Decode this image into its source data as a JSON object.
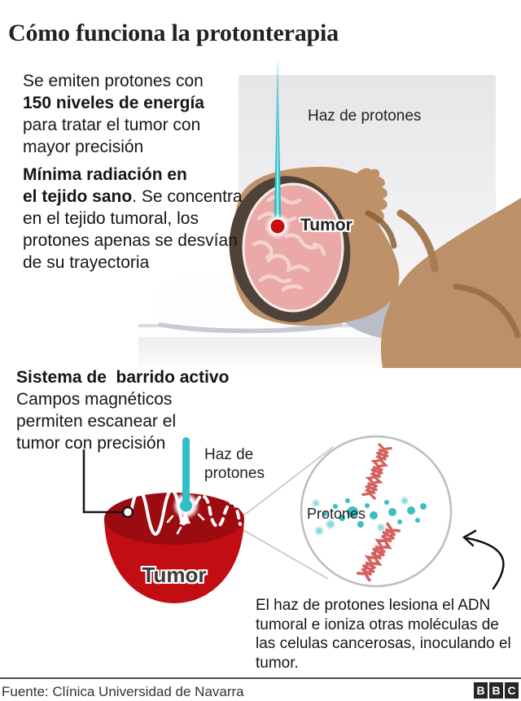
{
  "title": "Cómo funciona la protonterapia",
  "intro": {
    "line1": "Se emiten protones con",
    "line2_bold": "150 niveles de energía",
    "line3": "para tratar el tumor con",
    "line4": "mayor precisión"
  },
  "radiation": {
    "bold1": "Mínima radiación en",
    "bold2": "el tejido sano",
    "rest2": ". Se concentra",
    "line3": "en el tejido tumoral, los",
    "line4": "protones apenas se desvían",
    "line5": "de su trayectoria"
  },
  "scan": {
    "title_bold": "Sistema de  barrido activo",
    "line2": "Campos magnéticos",
    "line3": "permiten escanear el",
    "line4": "tumor con precisión"
  },
  "labels": {
    "beam_top": "Haz de protones",
    "tumor_top": "Tumor",
    "beam_bottom_line1": "Haz de",
    "beam_bottom_line2": "protones",
    "tumor_bottom": "Tumor",
    "protons": "Protones"
  },
  "caption": {
    "line1": "El haz de protones lesiona el ADN",
    "line2": "tumoral e ioniza otras moléculas de",
    "line3": "las celulas cancerosas, inoculando el",
    "line4": "tumor."
  },
  "footer": {
    "source": "Fuente: Clínica Universidad de Navarra",
    "logo": [
      "B",
      "B",
      "C"
    ]
  },
  "colors": {
    "beam_teal": "#2FBFC6",
    "beam_glow": "#7FDDE2",
    "tumor_red_bright": "#C20D12",
    "tumor_red_dark": "#9C0B10",
    "tumor_dot_red": "#C90D10",
    "dna_red": "#D5615E",
    "proton_dot_teal": "#3BBFC4",
    "skin_tan": "#BE9168",
    "skull_rim_brown": "#4F4339",
    "brain_pink": "#EAA9A7",
    "text_dark": "#161616"
  }
}
